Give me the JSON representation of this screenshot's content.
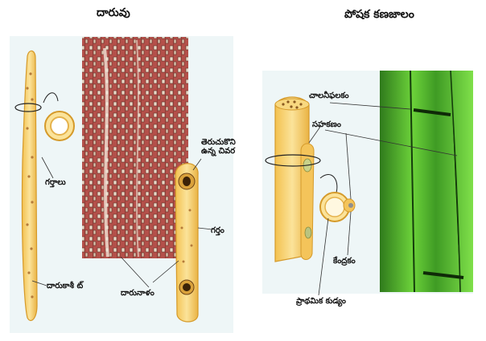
{
  "left_diagram": {
    "title": "దారువు",
    "labels": {
      "pits": "గర్తాలు",
      "open_end": "తెరుచుకొని ఉన్న చివర",
      "pit": "గర్తం",
      "tracheid": "దారుకాశీ ట్",
      "vessel": "దారునాళం"
    }
  },
  "right_diagram": {
    "title": "పోషక కణజాలం",
    "labels": {
      "sieve_plate": "చాలనీఫలకం",
      "companion_cell": "సహకణం",
      "nucleus": "కేంద్రకం",
      "primary_wall": "ప్రాథమిక కుడ్యం"
    }
  },
  "colors": {
    "cell_fill": "#f7cf6b",
    "cell_stroke": "#d59a2a",
    "xylem_photo": "#b4504a",
    "phloem_photo": "#4fb22f",
    "panel_bg": "#eef6f7"
  }
}
